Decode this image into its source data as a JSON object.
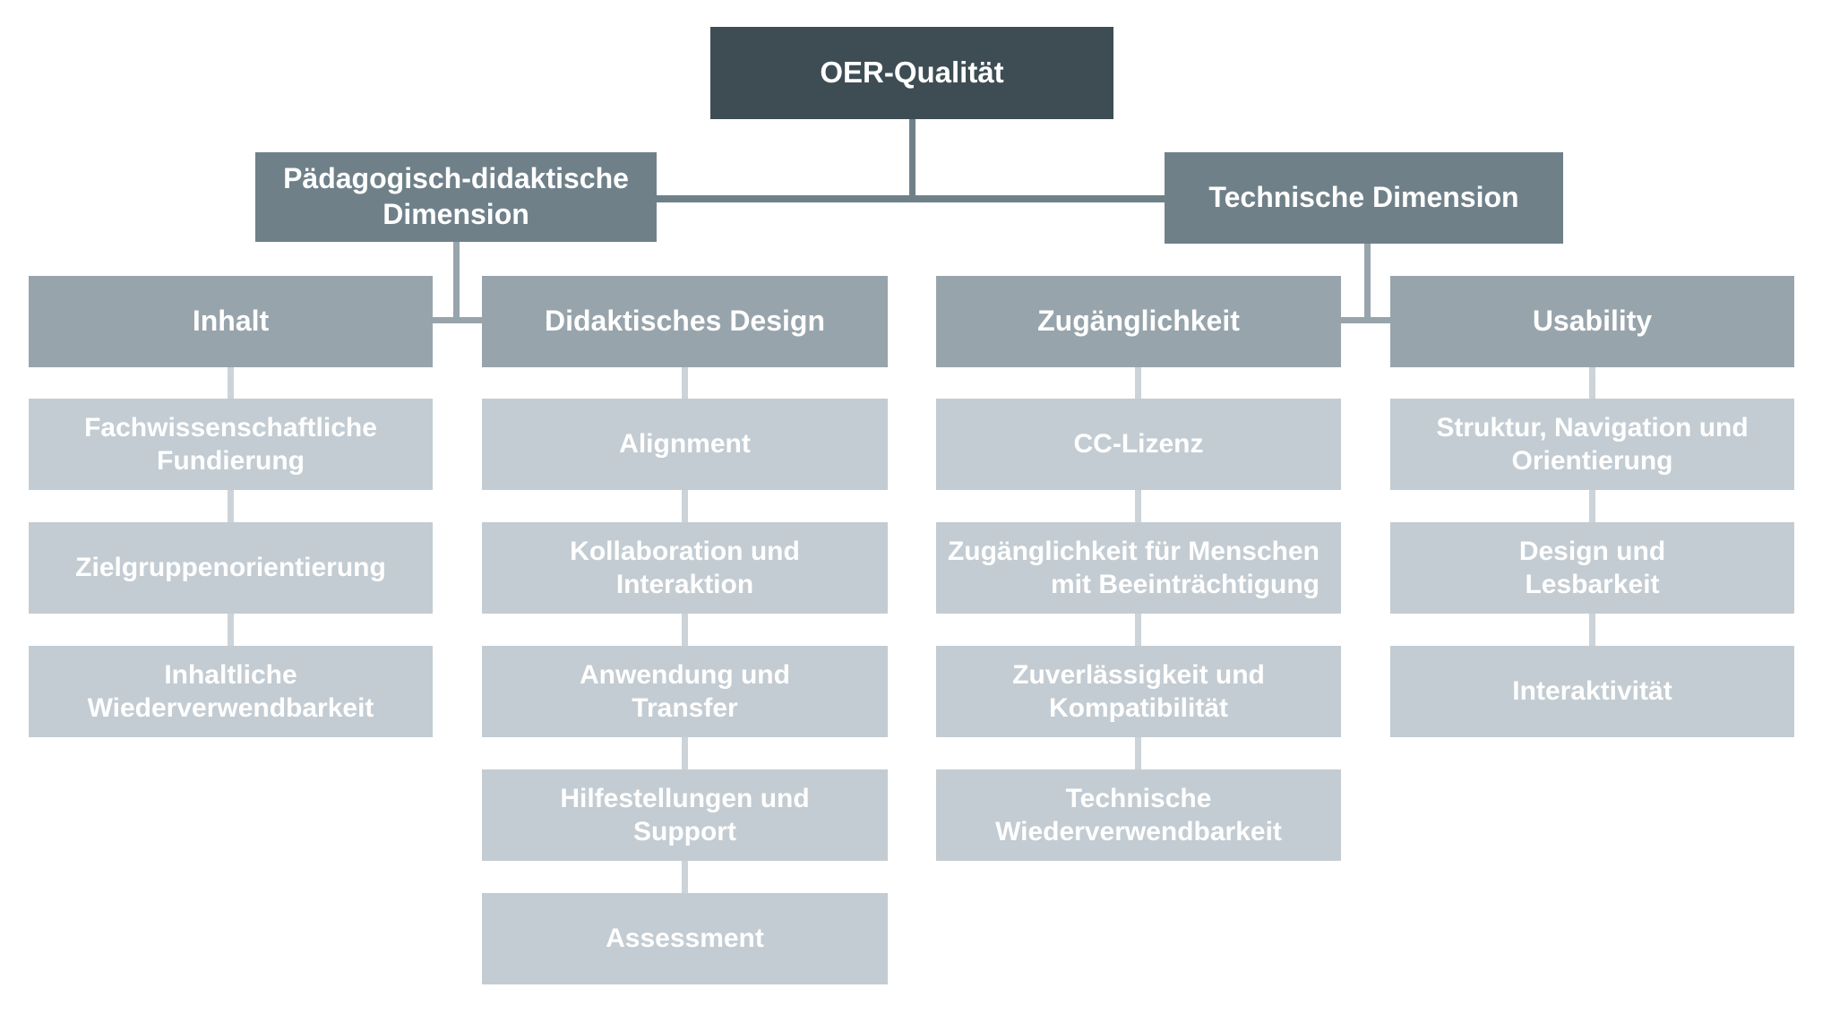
{
  "diagram_title": "OER-Qualität",
  "colors": {
    "root_box": "#3e4d54",
    "dimension_box": "#6f8089",
    "category_box": "#97a4ab",
    "item_box": "#c3ccd2",
    "connector_dark": "#6f8089",
    "connector_mid": "#97a4ab",
    "connector_light": "#ccd4da",
    "text": "#ffffff",
    "background": "#ffffff"
  },
  "root": {
    "label": "OER-Qualität"
  },
  "branches": [
    {
      "label": "Pädagogisch-didaktische\nDimension",
      "groups": [
        {
          "label": "Inhalt",
          "items": [
            "Fachwissenschaftliche\nFundierung",
            "Zielgruppenorientierung",
            "Inhaltliche\nWiederverwendbarkeit"
          ]
        },
        {
          "label": "Didaktisches Design",
          "items": [
            "Alignment",
            "Kollaboration und\nInteraktion",
            "Anwendung und\nTransfer",
            "Hilfestellungen und\nSupport",
            "Assessment"
          ]
        }
      ]
    },
    {
      "label": "Technische Dimension",
      "groups": [
        {
          "label": "Zugänglichkeit",
          "items": [
            "CC-Lizenz",
            "Zugänglichkeit für Menschen\nmit Beeinträchtigung",
            "Zuverlässigkeit und\nKompatibilität",
            "Technische\nWiederverwendbarkeit"
          ]
        },
        {
          "label": "Usability",
          "items": [
            "Struktur, Navigation und\nOrientierung",
            "Design und\nLesbarkeit",
            "Interaktivität"
          ]
        }
      ]
    }
  ]
}
